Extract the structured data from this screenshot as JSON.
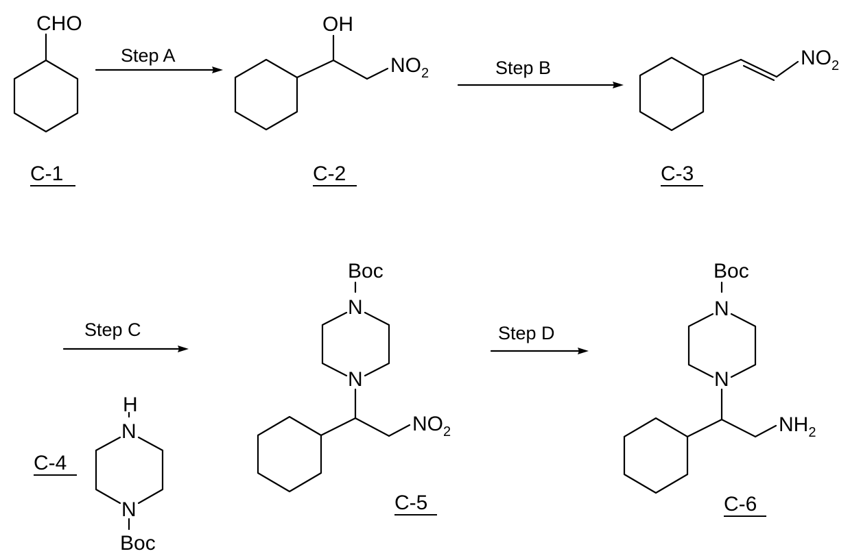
{
  "steps": [
    "Step A",
    "Step B",
    "Step C",
    "Step D"
  ],
  "compounds": {
    "c1": {
      "id": "C-1",
      "groups": {
        "aldehyde": "CHO"
      }
    },
    "c2": {
      "id": "C-2",
      "groups": {
        "hydroxyl": "OH",
        "nitro": "NO",
        "nitro_sub": "2"
      }
    },
    "c3": {
      "id": "C-3",
      "groups": {
        "nitro": "NO",
        "nitro_sub": "2"
      }
    },
    "c4": {
      "id": "C-4",
      "groups": {
        "nh": "H",
        "n_top": "N",
        "n_bottom": "N",
        "boc": "Boc"
      }
    },
    "c5": {
      "id": "C-5",
      "groups": {
        "boc": "Boc",
        "n_top": "N",
        "n_bottom": "N",
        "nitro": "NO",
        "nitro_sub": "2"
      }
    },
    "c6": {
      "id": "C-6",
      "groups": {
        "boc": "Boc",
        "n_top": "N",
        "n_bottom": "N",
        "amine": "NH",
        "amine_sub": "2"
      }
    }
  }
}
